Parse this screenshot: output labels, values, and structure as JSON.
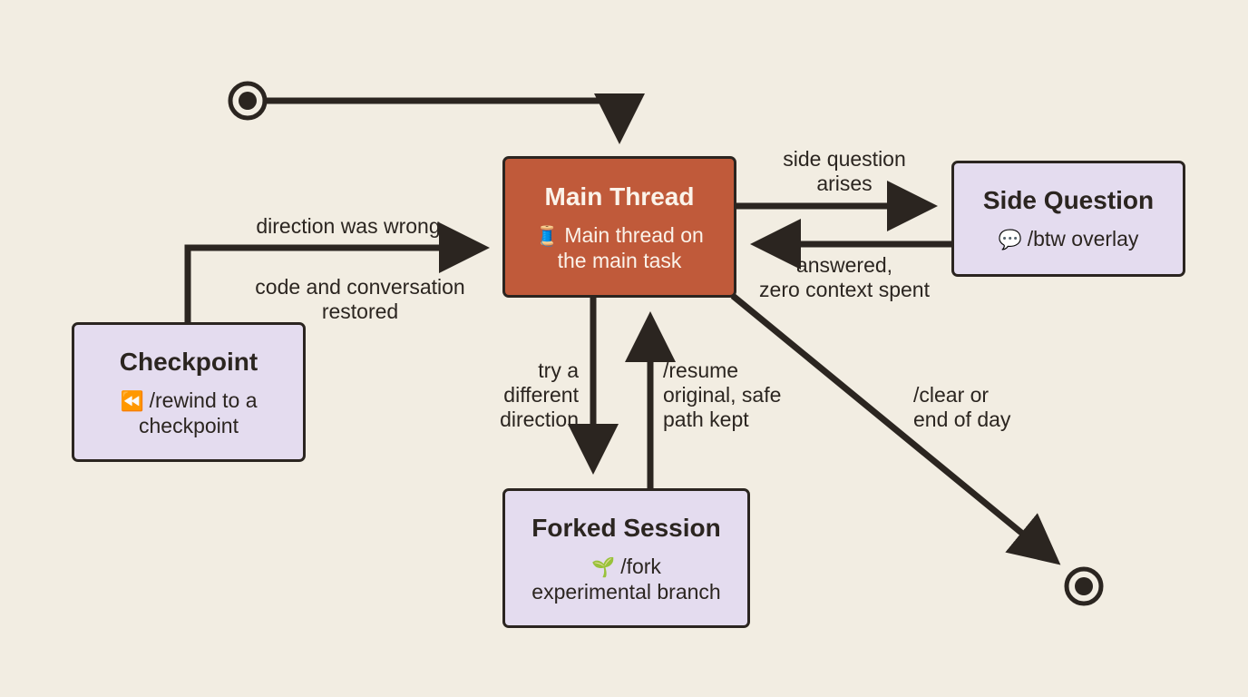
{
  "states": {
    "main": {
      "title": "Main Thread",
      "icon": "thread-spool-icon",
      "emoji": "🧵",
      "subtitle": "Main thread on\nthe main task"
    },
    "side": {
      "title": "Side Question",
      "icon": "speech-bubble-icon",
      "emoji": "💬",
      "subtitle": "/btw overlay"
    },
    "checkpoint": {
      "title": "Checkpoint",
      "icon": "rewind-icon",
      "emoji": "⏪",
      "subtitle": "/rewind to a\ncheckpoint"
    },
    "forked": {
      "title": "Forked Session",
      "icon": "seedling-icon",
      "emoji": "🌱",
      "subtitle": "/fork\nexperimental branch"
    }
  },
  "transitions": {
    "to_side": "side question\narises",
    "from_side": "answered,\nzero context spent",
    "from_checkpoint": "direction was wrong",
    "restored": "code and conversation\nrestored",
    "to_fork": "try a\ndifferent\ndirection",
    "from_fork": "/resume\noriginal, safe\npath kept",
    "to_end": "/clear or\nend of day"
  },
  "colors": {
    "background": "#f2ede2",
    "main_state": "#c05a3a",
    "other_state": "#e4dcef",
    "ink": "#2b2520"
  }
}
